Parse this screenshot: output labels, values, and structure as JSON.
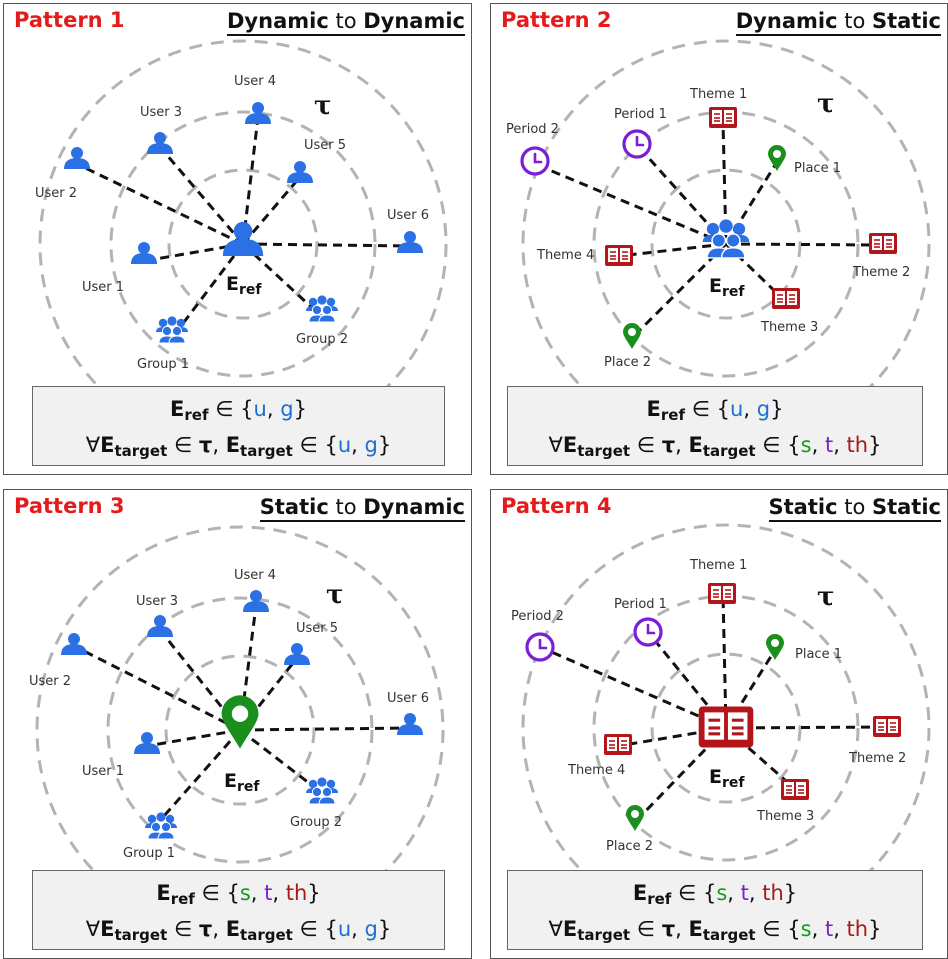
{
  "colors": {
    "pattern_title": "#e31b1b",
    "user": "#2b70e4",
    "theme": "#b3151a",
    "place": "#1b8f1e",
    "period": "#7a1fd6",
    "ring": "#b3b3b3"
  },
  "tau_symbol": "τ",
  "eref": {
    "main": "E",
    "sub": "ref"
  },
  "formula_common": {
    "E": "E",
    "ref_sub": "ref",
    "target_sub": "target",
    "in": " ∈ ",
    "forall": "∀",
    "comma": ", ",
    "tau": "τ",
    "open": "{",
    "close": "}",
    "sep": ", "
  },
  "sets": {
    "u": "u",
    "g": "g",
    "s": "s",
    "t": "t",
    "th": "th"
  },
  "panels": [
    {
      "title": "Pattern 1",
      "header": {
        "from": "Dynamic",
        "mid": " to ",
        "to": "Dynamic"
      },
      "labels": {
        "user1": "User 1",
        "user2": "User 2",
        "user3": "User 3",
        "user4": "User 4",
        "user5": "User 5",
        "user6": "User 6",
        "group1": "Group 1",
        "group2": "Group 2"
      }
    },
    {
      "title": "Pattern 2",
      "header": {
        "from": "Dynamic",
        "mid": " to ",
        "to": "Static"
      },
      "labels": {
        "theme1": "Theme 1",
        "theme2": "Theme 2",
        "theme3": "Theme 3",
        "theme4": "Theme 4",
        "period1": "Period 1",
        "period2": "Period 2",
        "place1": "Place 1",
        "place2": "Place 2"
      }
    },
    {
      "title": "Pattern 3",
      "header": {
        "from": "Static",
        "mid": " to ",
        "to": "Dynamic"
      },
      "labels": {
        "user1": "User 1",
        "user2": "User 2",
        "user3": "User 3",
        "user4": "User 4",
        "user5": "User 5",
        "user6": "User 6",
        "group1": "Group 1",
        "group2": "Group 2"
      }
    },
    {
      "title": "Pattern 4",
      "header": {
        "from": "Static",
        "mid": " to ",
        "to": "Static"
      },
      "labels": {
        "theme1": "Theme 1",
        "theme2": "Theme 2",
        "theme3": "Theme 3",
        "theme4": "Theme 4",
        "period1": "Period 1",
        "period2": "Period 2",
        "place1": "Place 1",
        "place2": "Place 2"
      }
    }
  ]
}
